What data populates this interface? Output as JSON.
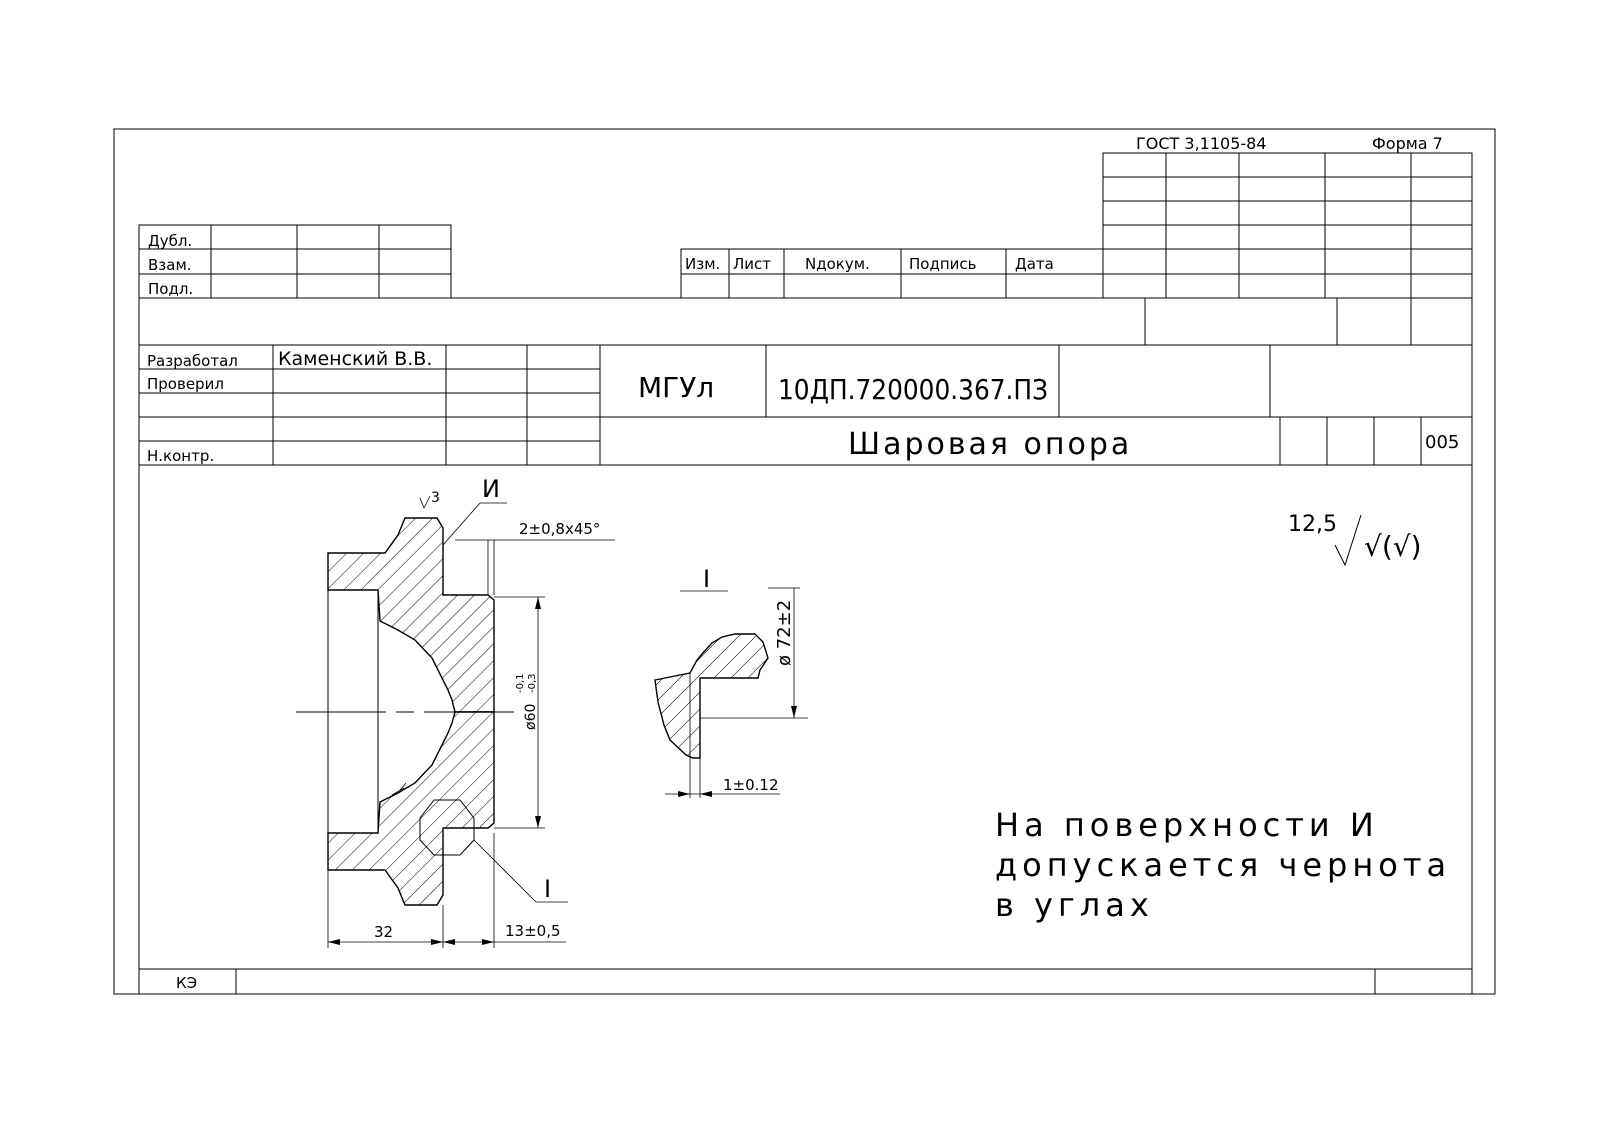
{
  "header": {
    "standard": "ГОСТ 3,1105-84",
    "form": "Форма 7"
  },
  "stamp_top": {
    "rows": [
      "Дубл.",
      "Взам.",
      "Подл."
    ]
  },
  "revision_header": [
    "Изм.",
    "Лист",
    "Nдокум.",
    "Подпись",
    "Дата"
  ],
  "signatures": {
    "developed_label": "Разработал",
    "developed_name": "Каменский В.В.",
    "checked_label": "Проверил",
    "norm_control_label": "Н.контр."
  },
  "title_block": {
    "organization": "МГУл",
    "document_code": "10ДП.720000.367.ПЗ",
    "part_name": "Шаровая опора",
    "operation_number": "005"
  },
  "drawing": {
    "section_mark": "И",
    "roughness_small": "3",
    "chamfer": "2±0,8х45°",
    "diameter": "ø60",
    "diameter_tol_upper": "-0,1",
    "diameter_tol_lower": "-0,3",
    "length_left": "32",
    "length_right": "13±0,5",
    "detail_mark": "I"
  },
  "detail": {
    "title": "I",
    "diameter": "ø 72±2",
    "thickness": "1±0.12"
  },
  "roughness": {
    "value": "12,5",
    "symbol": "√(√)"
  },
  "note": {
    "line1": "На поверхности И",
    "line2": "допускается чернота",
    "line3": "в углах"
  },
  "footer": {
    "code": "КЭ"
  }
}
